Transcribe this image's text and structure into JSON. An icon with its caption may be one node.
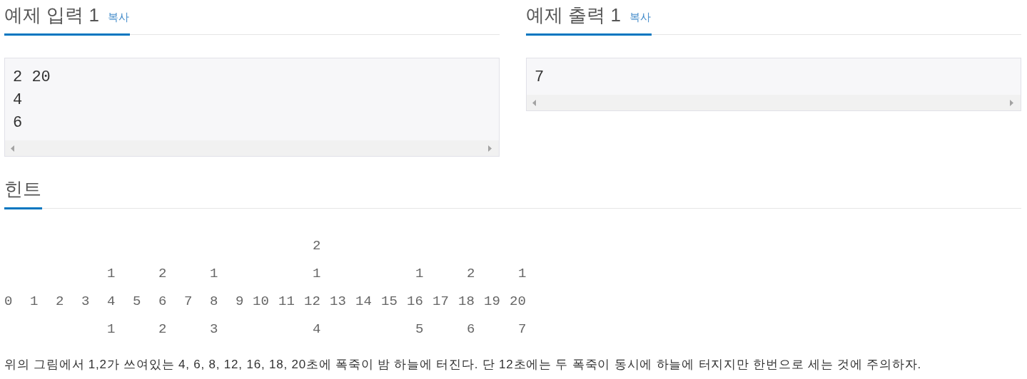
{
  "diagram": {
    "nodes": [
      {
        "text": [
          "2 20",
          "4",
          "6"
        ]
      },
      {
        "text": [
          "7"
        ]
      }
    ],
    "labels": [
      "예제 입력 1",
      "복사",
      "예제 출력 1",
      "복사",
      "힌트",
      "2",
      "1",
      "2",
      "1",
      "1",
      "1",
      "2",
      "1",
      "0",
      "1",
      "2",
      "3",
      "4",
      "5",
      "6",
      "7",
      "8",
      "9",
      "10",
      "11",
      "12",
      "13",
      "14",
      "15",
      "16",
      "17",
      "18",
      "19",
      "20",
      "1",
      "2",
      "3",
      "4",
      "5",
      "6",
      "7",
      "위의 그림에서 1,2가 쓰여있는 4, 6, 8, 12, 16, 18, 20초에 폭죽이 밤 하늘에 터진다. 단 12초에는 두 폭죽이 동시에 하늘에 터지지만 한번으로 세는 것에 주의하자."
    ]
  }
}
